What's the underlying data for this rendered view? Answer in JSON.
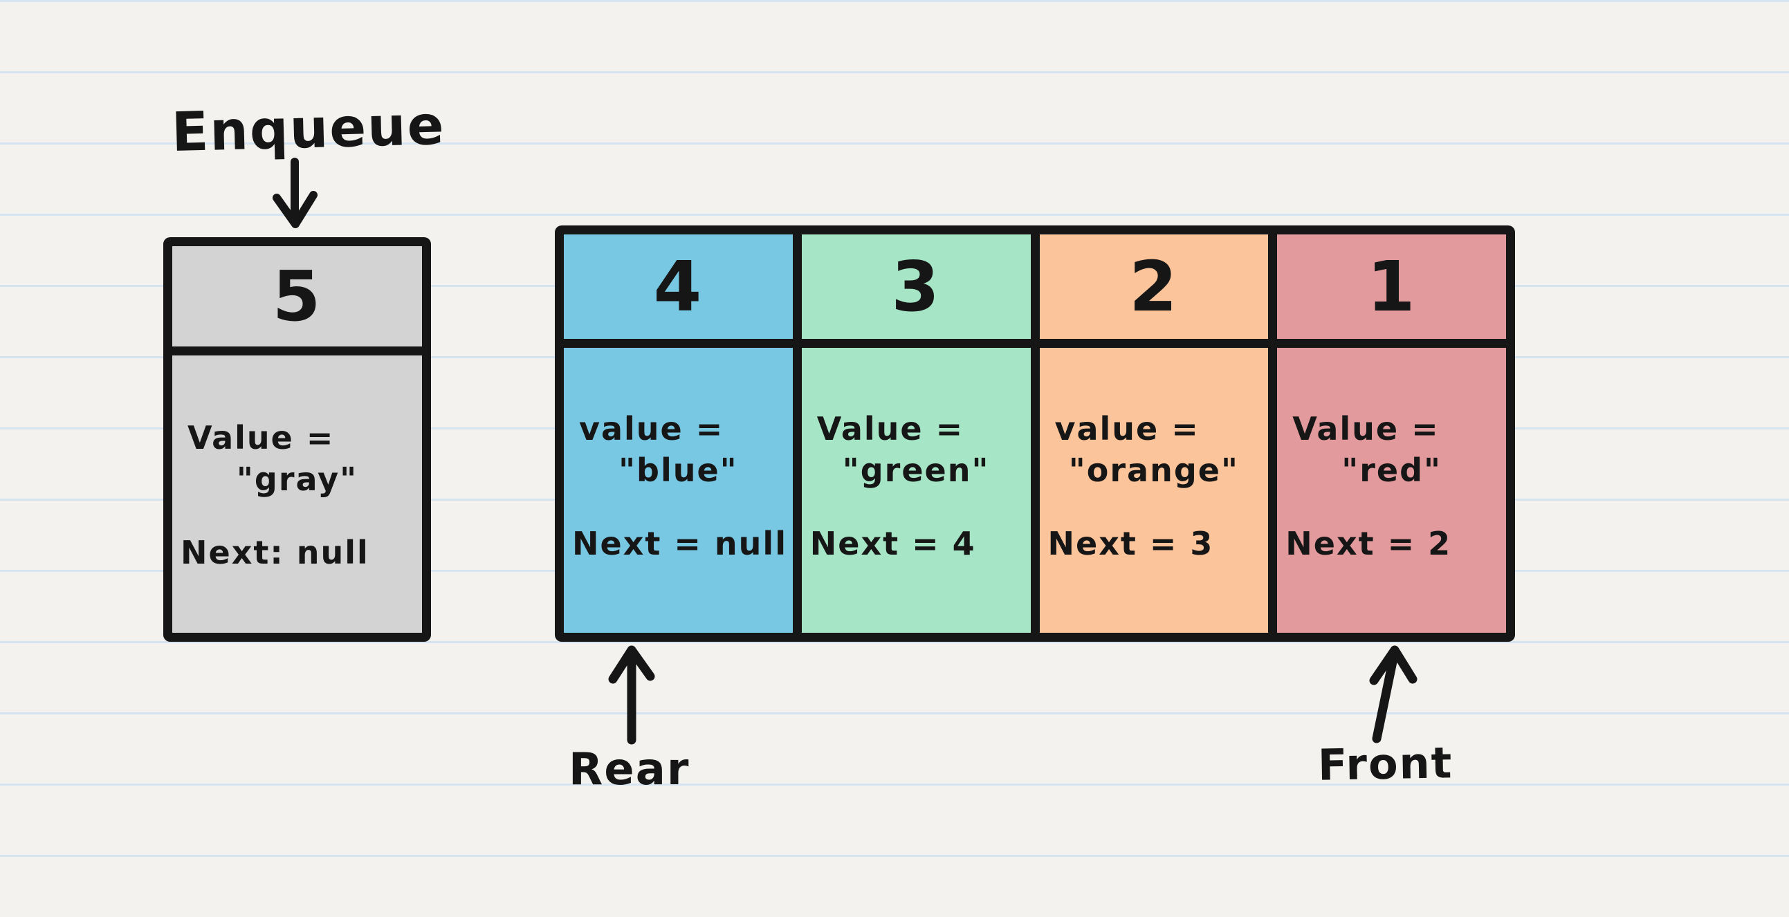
{
  "canvas": {
    "paper_color": "#f3f2ee",
    "rule_line_color": "#d6e4f2",
    "ink_color": "#161616"
  },
  "annotations": {
    "enqueue": "Enqueue",
    "rear": "Rear",
    "front": "Front"
  },
  "incoming_node": {
    "index": "5",
    "fill": "#d3d3d3",
    "value_line": "Value =",
    "value_quoted": "\"gray\"",
    "next_line": "Next: null"
  },
  "queue_nodes": [
    {
      "index": "4",
      "fill": "#78c7e3",
      "value_line": "value =",
      "value_quoted": "\"blue\"",
      "next_line": "Next = null",
      "pointer": "rear"
    },
    {
      "index": "3",
      "fill": "#a6e5c5",
      "value_line": "Value =",
      "value_quoted": "\"green\"",
      "next_line": "Next = 4"
    },
    {
      "index": "2",
      "fill": "#fcc49b",
      "value_line": "value =",
      "value_quoted": "\"orange\"",
      "next_line": "Next = 3"
    },
    {
      "index": "1",
      "fill": "#e29a9d",
      "value_line": "Value =",
      "value_quoted": "\"red\"",
      "next_line": "Next = 2",
      "pointer": "front"
    }
  ]
}
